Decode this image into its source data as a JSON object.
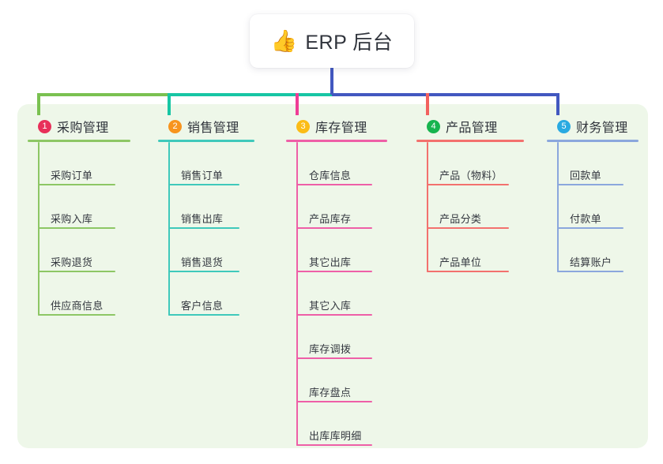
{
  "root": {
    "emoji": "👍",
    "emoji_name": "thumbs-up-icon",
    "title": "ERP 后台"
  },
  "palette": {
    "panel_bg": "#eef7e9",
    "page_bg": "#ffffff",
    "text": "#2f333b"
  },
  "trunk": {
    "color": "#4258c0",
    "segments": [
      {
        "color": "#7ac151"
      },
      {
        "color": "#17c6a4"
      },
      {
        "color": "#4258c0"
      }
    ]
  },
  "branches": [
    {
      "index": "1",
      "title": "采购管理",
      "badge_color": "#e8305a",
      "line_color": "#8dc765",
      "drop_color": "#7ac151",
      "leaf_width": 98,
      "items": [
        {
          "label": "采购订单"
        },
        {
          "label": "采购入库"
        },
        {
          "label": "采购退货"
        },
        {
          "label": "供应商信息"
        }
      ]
    },
    {
      "index": "2",
      "title": "销售管理",
      "badge_color": "#f7941e",
      "line_color": "#3fc9bb",
      "drop_color": "#17c6a4",
      "leaf_width": 90,
      "items": [
        {
          "label": "销售订单"
        },
        {
          "label": "销售出库"
        },
        {
          "label": "销售退货"
        },
        {
          "label": "客户信息"
        }
      ]
    },
    {
      "index": "3",
      "title": "库存管理",
      "badge_color": "#fbbc16",
      "line_color": "#ee5fa7",
      "drop_color": "#ef3c96",
      "leaf_width": 96,
      "items": [
        {
          "label": "仓库信息"
        },
        {
          "label": "产品库存"
        },
        {
          "label": "其它出库"
        },
        {
          "label": "其它入库"
        },
        {
          "label": "库存调拨"
        },
        {
          "label": "库存盘点"
        },
        {
          "label": "出库库明细"
        }
      ]
    },
    {
      "index": "4",
      "title": "产品管理",
      "badge_color": "#17b44e",
      "line_color": "#f3716e",
      "drop_color": "#f2615e",
      "leaf_width": 104,
      "items": [
        {
          "label": "产品（物料）"
        },
        {
          "label": "产品分类"
        },
        {
          "label": "产品单位"
        }
      ]
    },
    {
      "index": "5",
      "title": "财务管理",
      "badge_color": "#29aae1",
      "line_color": "#8ba7dd",
      "drop_color": "#4258c0",
      "leaf_width": 84,
      "items": [
        {
          "label": "回款单"
        },
        {
          "label": "付款单"
        },
        {
          "label": "结算账户"
        }
      ]
    }
  ]
}
